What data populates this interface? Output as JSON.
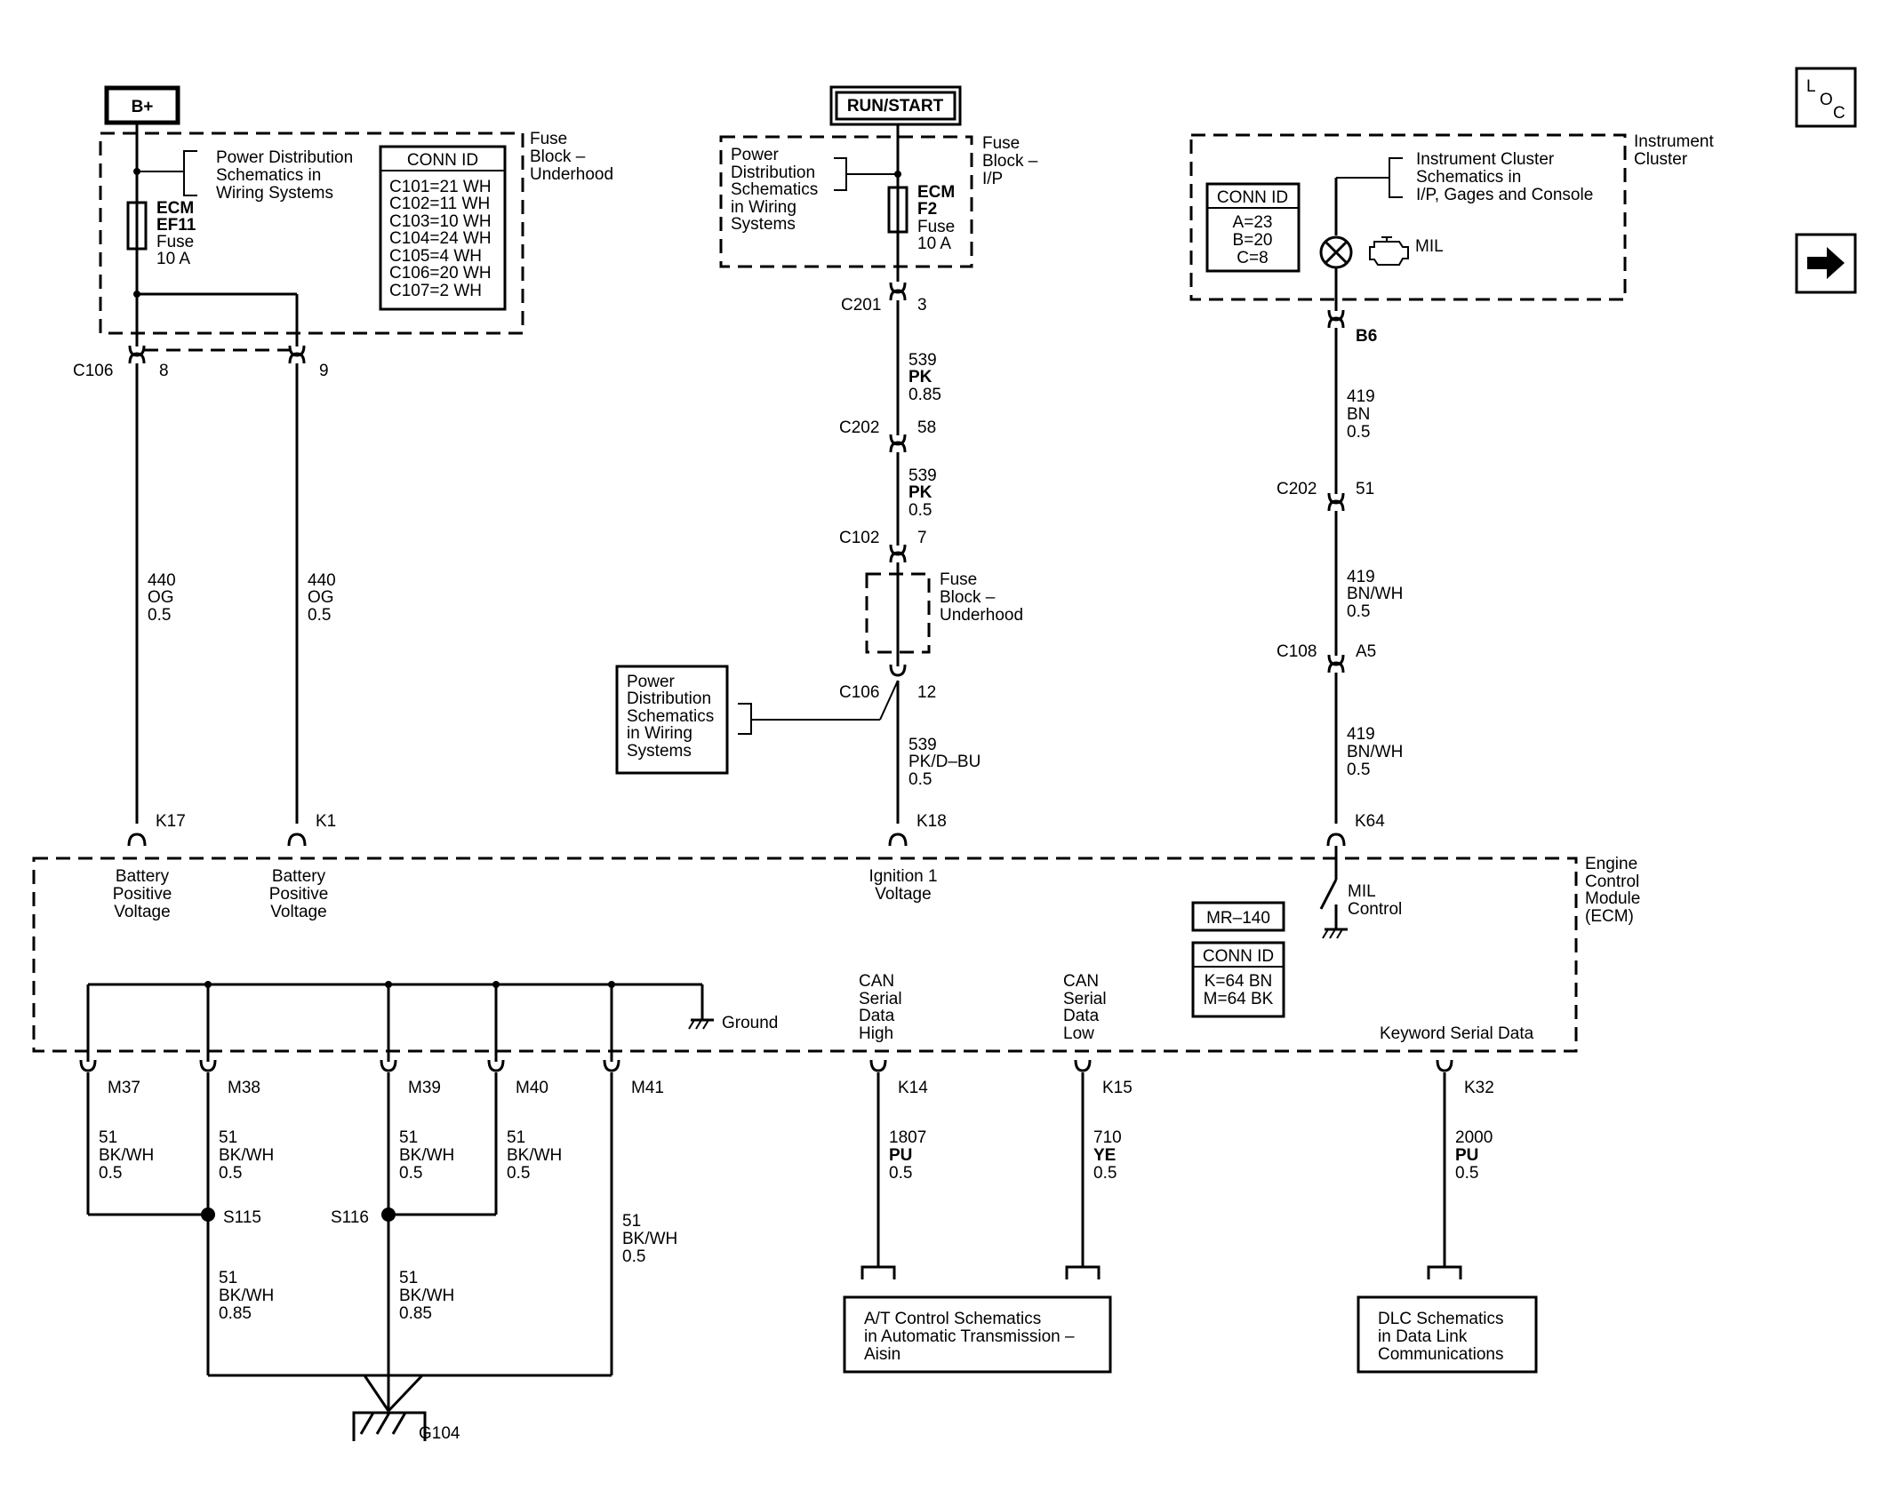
{
  "nav": {
    "loc_icon": "loc-icon",
    "next_icon": "arrow-right-icon"
  },
  "left": {
    "bplus": "B+",
    "fuse_block": [
      "Fuse",
      "Block –",
      "Underhood"
    ],
    "pds": [
      "Power Distribution",
      "Schematics in",
      "Wiring Systems"
    ],
    "fuse": [
      "ECM",
      "EF11",
      "Fuse",
      "10 A"
    ],
    "conn_title": "CONN ID",
    "conn_rows": [
      "C101=21 WH",
      "C102=11 WH",
      "C103=10 WH",
      "C104=24 WH",
      "C105=4 WH",
      "C106=20 WH",
      "C107=2 WH"
    ],
    "c106": "C106",
    "pin8": "8",
    "pin9": "9",
    "wireA": [
      "440",
      "OG",
      "0.5"
    ],
    "wireB": [
      "440",
      "OG",
      "0.5"
    ],
    "k17": "K17",
    "k1": "K1"
  },
  "center": {
    "runstart": "RUN/START",
    "pds": [
      "Power",
      "Distribution",
      "Schematics",
      "in Wiring",
      "Systems"
    ],
    "fuse_block": [
      "Fuse",
      "Block –",
      "I/P"
    ],
    "fuse": [
      "ECM",
      "F2",
      "Fuse",
      "10 A"
    ],
    "c201": "C201",
    "p3": "3",
    "w1": [
      "539",
      "PK",
      "0.85"
    ],
    "c202": "C202",
    "p58": "58",
    "w2": [
      "539",
      "PK",
      "0.5"
    ],
    "c102": "C102",
    "p7": "7",
    "fbu": [
      "Fuse",
      "Block –",
      "Underhood"
    ],
    "pds2": [
      "Power",
      "Distribution",
      "Schematics",
      "in Wiring",
      "Systems"
    ],
    "c106": "C106",
    "p12": "12",
    "w3": [
      "539",
      "PK/D–BU",
      "0.5"
    ],
    "k18": "K18"
  },
  "right": {
    "ic_title": [
      "Instrument",
      "Cluster"
    ],
    "ic_ref": [
      "Instrument Cluster",
      "Schematics in",
      "I/P, Gages and Console"
    ],
    "conn_title": "CONN ID",
    "conn_rows": [
      "A=23",
      "B=20",
      "C=8"
    ],
    "mil": "MIL",
    "b6": "B6",
    "w1": [
      "419",
      "BN",
      "0.5"
    ],
    "c202": "C202",
    "p51": "51",
    "w2": [
      "419",
      "BN/WH",
      "0.5"
    ],
    "c108": "C108",
    "a5": "A5",
    "w3": [
      "419",
      "BN/WH",
      "0.5"
    ],
    "k64": "K64"
  },
  "ecm": {
    "title": [
      "Engine",
      "Control",
      "Module",
      "(ECM)"
    ],
    "bat1": [
      "Battery",
      "Positive",
      "Voltage"
    ],
    "bat2": [
      "Battery",
      "Positive",
      "Voltage"
    ],
    "ign": [
      "Ignition 1",
      "Voltage"
    ],
    "milctl": [
      "MIL",
      "Control"
    ],
    "mr": "MR–140",
    "conn_title": "CONN ID",
    "conn_rows": [
      "K=64 BN",
      "M=64 BK"
    ],
    "ground": "Ground",
    "canh": [
      "CAN",
      "Serial",
      "Data",
      "High"
    ],
    "canl": [
      "CAN",
      "Serial",
      "Data",
      "Low"
    ],
    "kw": "Keyword Serial Data"
  },
  "bottom": {
    "m37": "M37",
    "m38": "M38",
    "m39": "M39",
    "m40": "M40",
    "m41": "M41",
    "w37": [
      "51",
      "BK/WH",
      "0.5"
    ],
    "w38": [
      "51",
      "BK/WH",
      "0.5"
    ],
    "w39": [
      "51",
      "BK/WH",
      "0.5"
    ],
    "w40": [
      "51",
      "BK/WH",
      "0.5"
    ],
    "w41": [
      "51",
      "BK/WH",
      "0.5"
    ],
    "s115": "S115",
    "s116": "S116",
    "w115": [
      "51",
      "BK/WH",
      "0.85"
    ],
    "w116": [
      "51",
      "BK/WH",
      "0.85"
    ],
    "g104": "G104",
    "k14": "K14",
    "k15": "K15",
    "k32": "K32",
    "w14": [
      "1807",
      "PU",
      "0.5"
    ],
    "w15": [
      "710",
      "YE",
      "0.5"
    ],
    "w32": [
      "2000",
      "PU",
      "0.5"
    ],
    "at": [
      "A/T Control Schematics",
      "in Automatic Transmission –",
      "Aisin"
    ],
    "dlc": [
      "DLC Schematics",
      "in Data Link",
      "Communications"
    ]
  }
}
